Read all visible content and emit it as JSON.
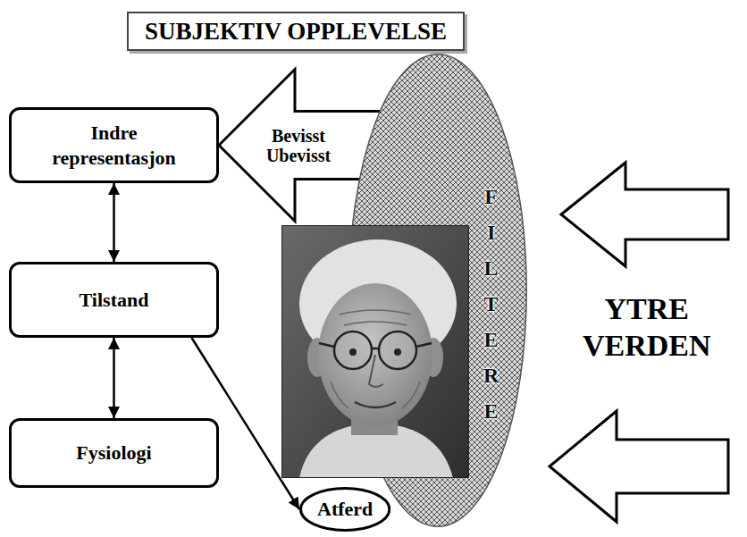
{
  "diagram": {
    "title": "SUBJEKTIV OPPLEVELSE",
    "nodes": [
      {
        "text": [
          "Indre representasjon"
        ]
      },
      {
        "text": [
          "Tilstand"
        ]
      },
      {
        "text": [
          "Fysiologi"
        ]
      },
      {
        "text": [
          "Atferd"
        ]
      },
      {
        "text": [
          "FILTERE"
        ]
      }
    ],
    "edges": [
      {
        "from": 4,
        "to": 0,
        "arrow": "to",
        "label": "Bevisst Ubevisst"
      },
      {
        "from": 0,
        "to": 1,
        "arrow": "both"
      },
      {
        "from": 1,
        "to": 2,
        "arrow": "both"
      },
      {
        "from": 1,
        "to": 3,
        "arrow": "to"
      }
    ],
    "labels": [
      "YTRE VERDEN"
    ]
  }
}
